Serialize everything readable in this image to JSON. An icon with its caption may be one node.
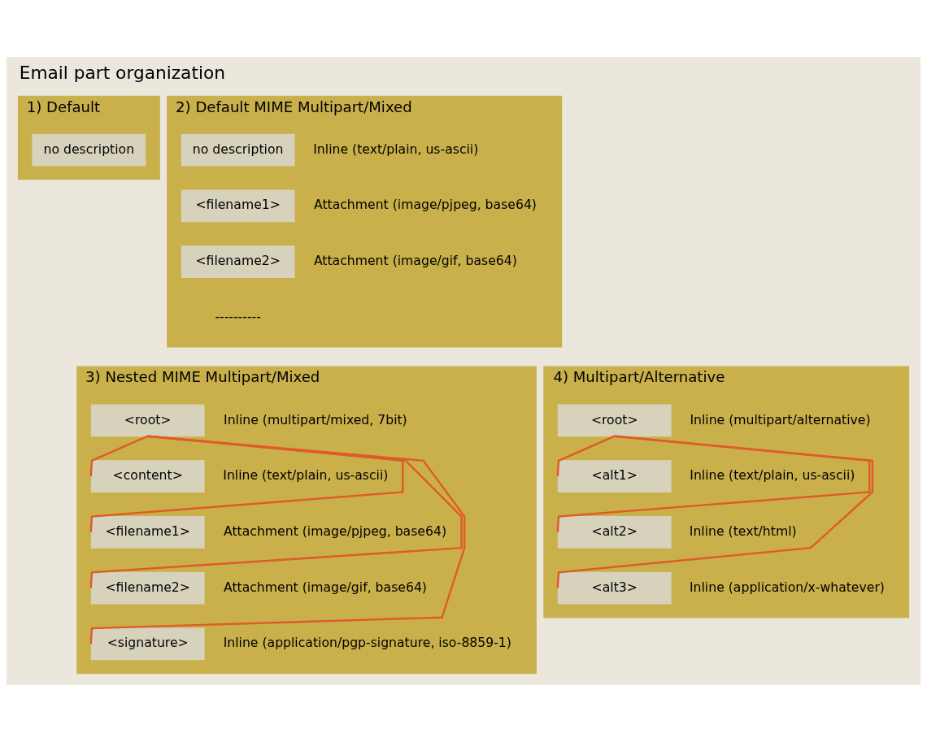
{
  "diagram": {
    "title": "Email part organization",
    "nodes": [
      {
        "text": [
          "1) Default"
        ]
      },
      {
        "text": [
          "no description"
        ],
        "in": 0
      },
      {
        "text": [
          "2) Default MIME Multipart/Mixed"
        ]
      },
      {
        "text": [
          "no description"
        ],
        "in": 2,
        "beside": [
          "Inline (text/plain, us-ascii)"
        ]
      },
      {
        "text": [
          "<filename1>"
        ],
        "in": 2,
        "beside": [
          "Attachment (image/pjpeg, base64)"
        ]
      },
      {
        "text": [
          "<filename2>"
        ],
        "in": 2,
        "beside": [
          "Attachment (image/gif, base64)"
        ]
      },
      {
        "text": [
          "3) Nested MIME Multipart/Mixed"
        ]
      },
      {
        "text": [
          "<root>"
        ],
        "in": 6,
        "beside": [
          "Inline (multipart/mixed, 7bit)"
        ]
      },
      {
        "text": [
          "<content>"
        ],
        "in": 6,
        "beside": [
          "Inline (text/plain, us-ascii)"
        ]
      },
      {
        "text": [
          "<filename1>"
        ],
        "in": 6,
        "beside": [
          "Attachment (image/pjpeg, base64)"
        ]
      },
      {
        "text": [
          "<filename2>"
        ],
        "in": 6,
        "beside": [
          "Attachment (image/gif, base64)"
        ]
      },
      {
        "text": [
          "<signature>"
        ],
        "in": 6,
        "beside": [
          "Inline (application/pgp-signature, iso-8859-1)"
        ]
      },
      {
        "text": [
          "4) Multipart/Alternative"
        ]
      },
      {
        "text": [
          "<root>"
        ],
        "in": 12,
        "beside": [
          "Inline (multipart/alternative)"
        ]
      },
      {
        "text": [
          "<alt1>"
        ],
        "in": 12,
        "beside": [
          "Inline (text/plain, us-ascii)"
        ]
      },
      {
        "text": [
          "<alt2>"
        ],
        "in": 12,
        "beside": [
          "Inline (text/html)"
        ]
      },
      {
        "text": [
          "<alt3>"
        ],
        "in": 12,
        "beside": [
          "Inline (application/x-whatever)"
        ]
      }
    ],
    "edges": [
      {
        "from": 7,
        "to": 8,
        "arrow": "none"
      },
      {
        "from": 7,
        "to": 9,
        "arrow": "none"
      },
      {
        "from": 7,
        "to": 10,
        "arrow": "none"
      },
      {
        "from": 7,
        "to": 11,
        "arrow": "none"
      },
      {
        "from": 13,
        "to": 14,
        "arrow": "none"
      },
      {
        "from": 13,
        "to": 15,
        "arrow": "none"
      },
      {
        "from": 13,
        "to": 16,
        "arrow": "none"
      }
    ],
    "labels": [
      "----------"
    ]
  }
}
